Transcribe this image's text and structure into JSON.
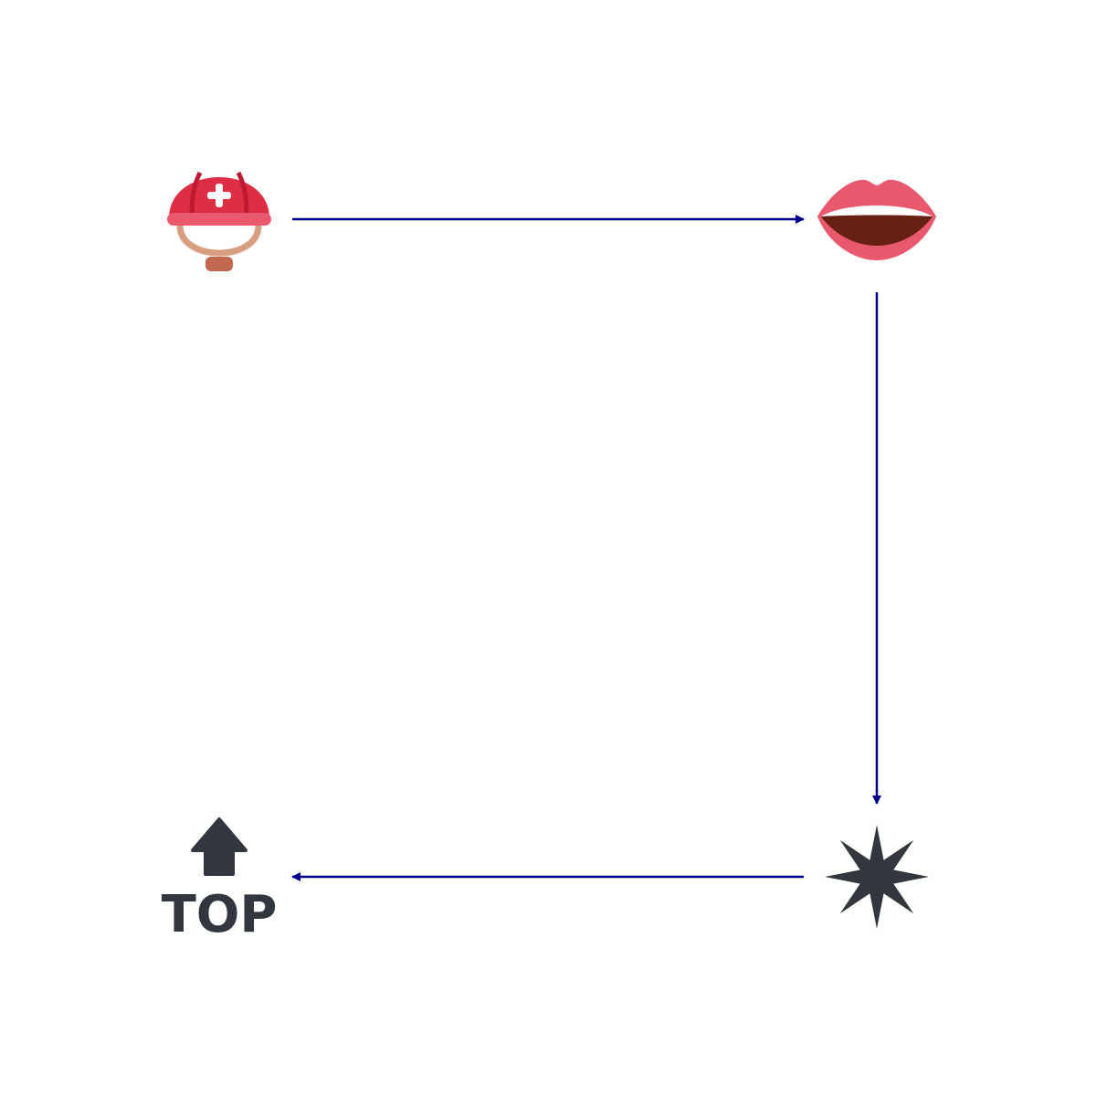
{
  "diagram": {
    "nodes": [
      {
        "id": "helmet",
        "icon": "rescue-worker-helmet-icon"
      },
      {
        "id": "mouth",
        "icon": "mouth-icon"
      },
      {
        "id": "star",
        "icon": "eight-pointed-star-icon"
      },
      {
        "id": "top",
        "icon": "top-arrow-icon",
        "label": "TOP"
      }
    ],
    "edges": [
      {
        "from": "helmet",
        "to": "mouth"
      },
      {
        "from": "mouth",
        "to": "star"
      },
      {
        "from": "star",
        "to": "top"
      }
    ],
    "colors": {
      "edge": "#00008B",
      "helmet_red": "#DD2E44",
      "helmet_dark": "#BE1931",
      "strap": "#D99E82",
      "buckle": "#C1694F",
      "lips": "#E8596E",
      "mouth_inner": "#662113",
      "dark_icon": "#31373D"
    }
  }
}
